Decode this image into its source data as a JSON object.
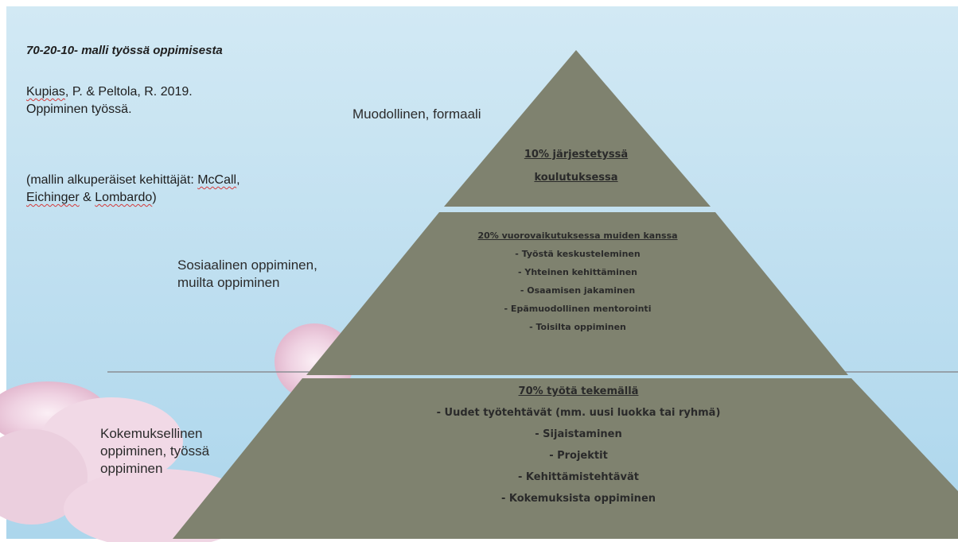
{
  "diagram": {
    "title": "70-20-10- malli työssä oppimisesta",
    "reference": {
      "author_a": "Kupias",
      "author_rest": ", P. & Peltola, R. 2019.",
      "work": "Oppiminen työssä."
    },
    "originators": {
      "prefix": "(mallin alkuperäiset kehittäjät: ",
      "name_a": "McCall",
      "sep": ",",
      "name_b": "Eichinger",
      "mid": " & ",
      "name_c": "Lombardo",
      "suffix": ")"
    },
    "side_labels": {
      "top": "Muodollinen, formaali",
      "middle": [
        "Sosiaalinen oppiminen,",
        "muilta oppiminen"
      ],
      "bottom": [
        "Kokemuksellinen",
        "oppiminen, työssä",
        "oppiminen"
      ]
    },
    "tiers": {
      "top": {
        "lines": [
          "10% järjestetyssä",
          "koulutuksessa"
        ]
      },
      "middle": {
        "heading": "20% vuorovaikutuksessa muiden kanssa",
        "items": [
          "- Työstä keskusteleminen",
          "- Yhteinen kehittäminen",
          "- Osaamisen jakaminen",
          "- Epämuodollinen mentorointi",
          "- Toisilta oppiminen"
        ]
      },
      "bottom": {
        "heading": "70% työtä tekemällä",
        "items": [
          "- Uudet työtehtävät (mm. uusi luokka tai ryhmä)",
          "- Sijaistaminen",
          "- Projektit",
          "- Kehittämistehtävät",
          "- Kokemuksista oppiminen"
        ]
      }
    },
    "colors": {
      "pyramid_fill": "#7f826f",
      "sky_top": "#c5e2f1",
      "sky_bottom": "#a9d3ea",
      "cloud_pink": "#ecc7dc"
    }
  }
}
